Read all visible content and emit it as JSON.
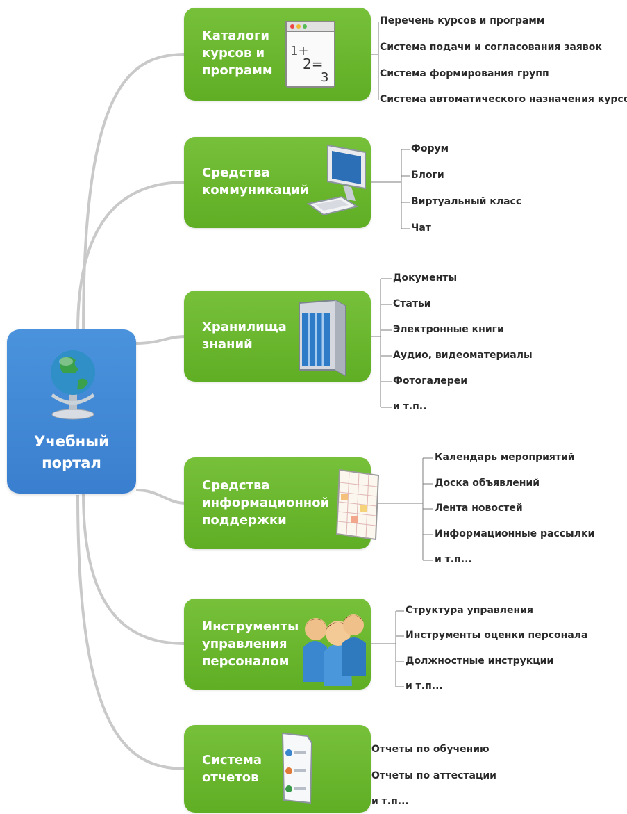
{
  "root": {
    "title": "Учебный\nпортал",
    "icon": "globe-icon",
    "color": "#3d84d3"
  },
  "branch_color": "#68b52c",
  "branches": [
    {
      "id": "catalogs",
      "title": "Каталоги\nкурсов и\nпрограмм",
      "icon": "calculator-window-icon",
      "items": [
        "Перечень курсов и программ",
        "Система подачи и согласования заявок",
        "Система формирования групп",
        "Система автоматического назначения курсов"
      ]
    },
    {
      "id": "communication",
      "title": "Средства\nкоммуникаций",
      "icon": "computer-monitor-icon",
      "items": [
        "Форум",
        "Блоги",
        "Виртуальный класс",
        "Чат"
      ]
    },
    {
      "id": "knowledge",
      "title": "Хранилища\nзнаний",
      "icon": "bookshelf-icon",
      "items": [
        "Документы",
        "Статьи",
        "Электронные книги",
        "Аудио, видеоматериалы",
        "Фотогалереи",
        "и т.п.."
      ]
    },
    {
      "id": "info-support",
      "title": "Средства\nинформационной\nподдержки",
      "icon": "calendar-sheet-icon",
      "items": [
        "Календарь мероприятий",
        "Доска объявлений",
        "Лента новостей",
        "Информационные рассылки",
        "и т.п..."
      ]
    },
    {
      "id": "hr",
      "title": "Инструменты\nуправления\nперсоналом",
      "icon": "people-group-icon",
      "items": [
        "Структура управления",
        "Инструменты оценки персонала",
        "Должностные инструкции",
        "и т.п..."
      ]
    },
    {
      "id": "reports",
      "title": "Система\nотчетов",
      "icon": "report-document-icon",
      "items": [
        "Отчеты по обучению",
        "Отчеты по аттестации",
        "и т.п..."
      ]
    }
  ]
}
